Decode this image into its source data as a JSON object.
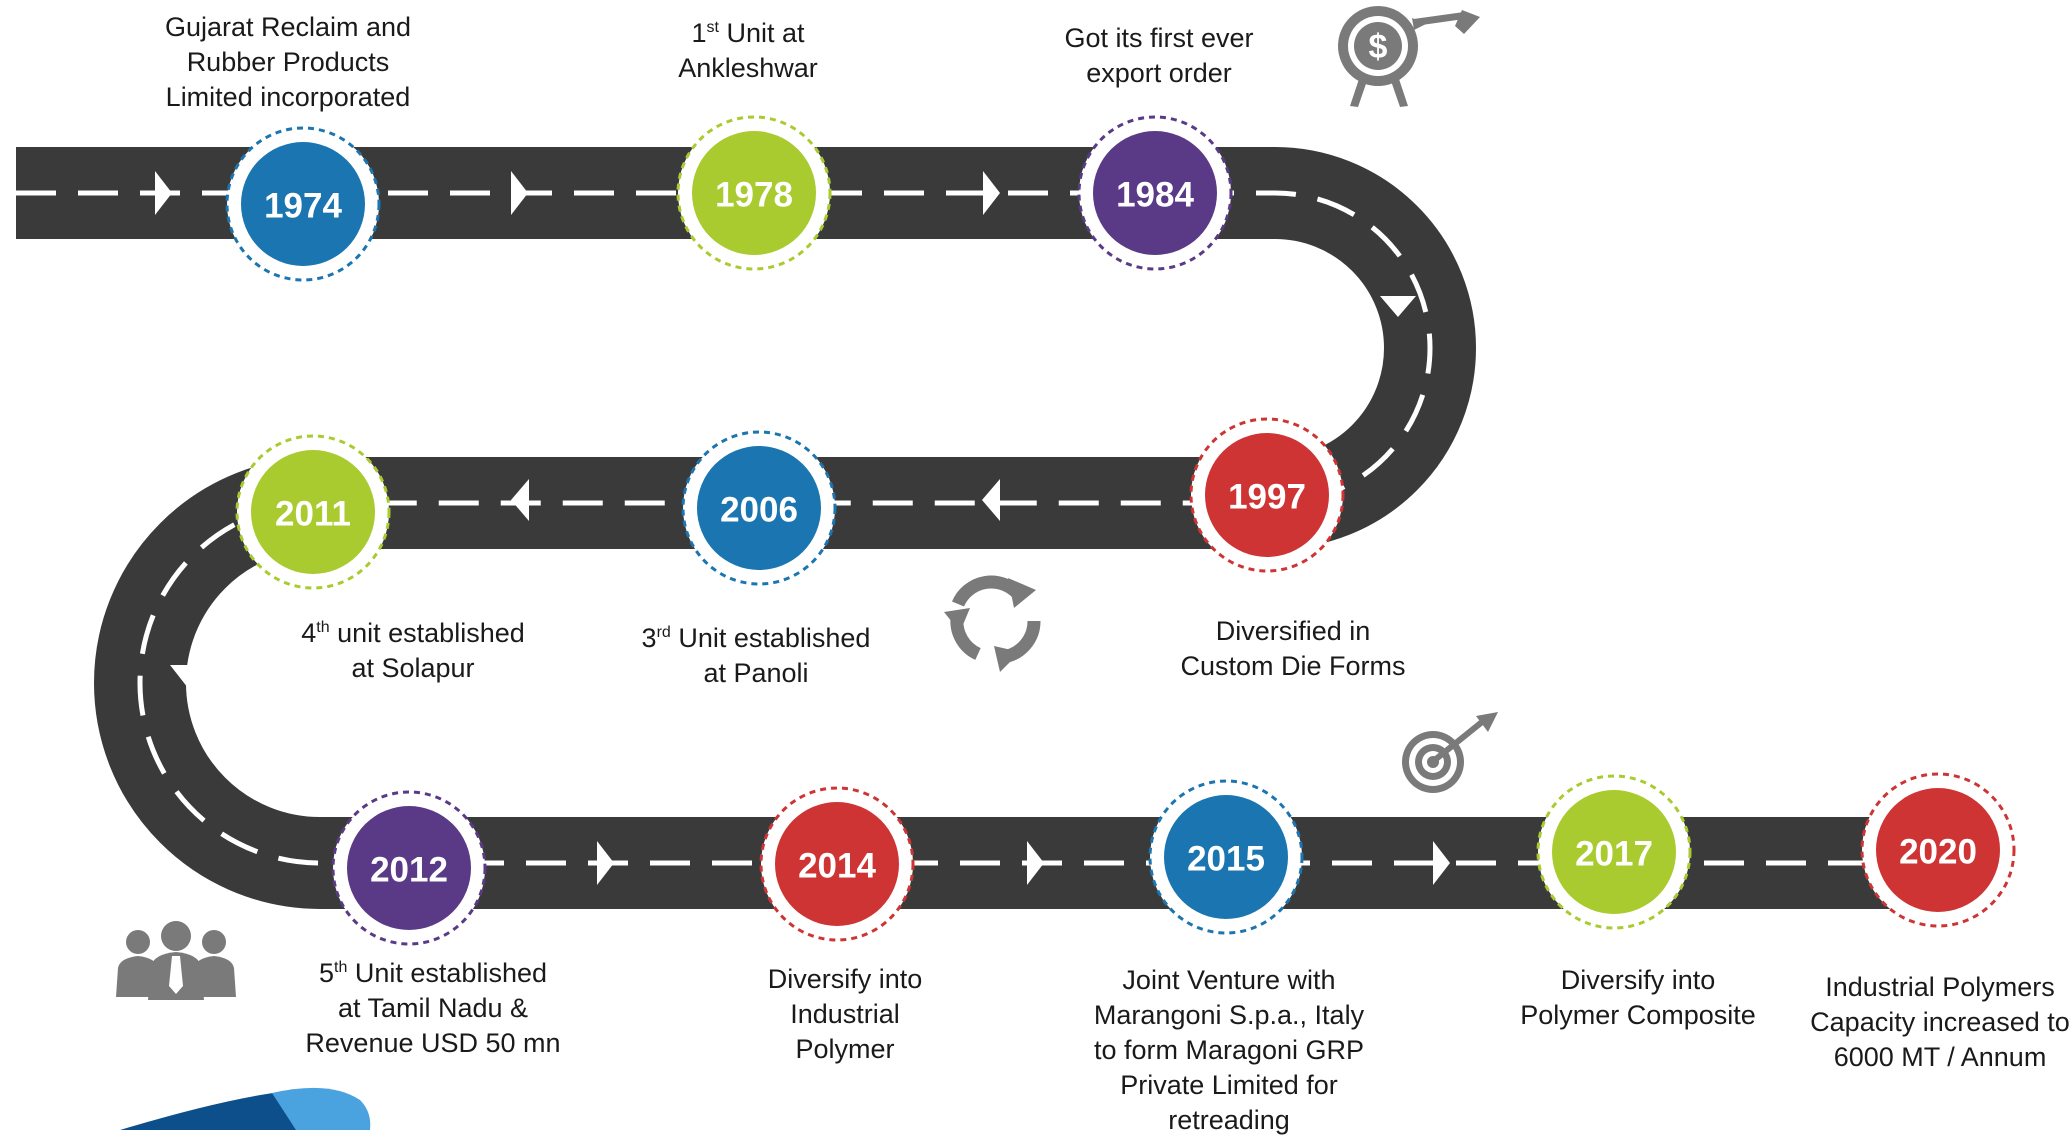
{
  "milestones": [
    {
      "year": "1974",
      "color": "#1a75b0",
      "caption": [
        [
          "Gujarat Reclaim and"
        ],
        [
          "Rubber Products"
        ],
        [
          "Limited incorporated"
        ]
      ]
    },
    {
      "year": "1978",
      "color": "#a9cb2f",
      "caption": [
        [
          "1",
          "st",
          " Unit at"
        ],
        [
          "Ankleshwar"
        ]
      ]
    },
    {
      "year": "1984",
      "color": "#5a3a86",
      "caption": [
        [
          "Got its first ever"
        ],
        [
          "export order"
        ]
      ]
    },
    {
      "year": "1997",
      "color": "#cf3434",
      "caption": [
        [
          "Diversified in"
        ],
        [
          "Custom Die Forms"
        ]
      ]
    },
    {
      "year": "2006",
      "color": "#1a75b0",
      "caption": [
        [
          "3",
          "rd",
          " Unit established"
        ],
        [
          "at Panoli"
        ]
      ]
    },
    {
      "year": "2011",
      "color": "#a9cb2f",
      "caption": [
        [
          "4",
          "th",
          " unit established"
        ],
        [
          "at Solapur"
        ]
      ]
    },
    {
      "year": "2012",
      "color": "#5a3a86",
      "caption": [
        [
          "5",
          "th",
          " Unit established"
        ],
        [
          "at Tamil Nadu &"
        ],
        [
          "Revenue USD 50 mn"
        ]
      ]
    },
    {
      "year": "2014",
      "color": "#cf3434",
      "caption": [
        [
          "Diversify into"
        ],
        [
          "Industrial"
        ],
        [
          "Polymer"
        ]
      ]
    },
    {
      "year": "2015",
      "color": "#1a75b0",
      "caption": [
        [
          "Joint Venture with"
        ],
        [
          "Marangoni S.p.a., Italy"
        ],
        [
          "to form Maragoni GRP"
        ],
        [
          "Private Limited for"
        ],
        [
          "retreading"
        ]
      ]
    },
    {
      "year": "2017",
      "color": "#a9cb2f",
      "caption": [
        [
          "Diversify into"
        ],
        [
          "Polymer Composite"
        ]
      ]
    },
    {
      "year": "2020",
      "color": "#cf3434",
      "caption": [
        [
          "Industrial Polymers"
        ],
        [
          "Capacity increased to"
        ],
        [
          "6000 MT / Annum"
        ]
      ]
    }
  ],
  "road": {
    "asphalt": "#3a3a3a",
    "marking": "#ffffff"
  },
  "icons": [
    "dollar-target-icon",
    "recycle-arrows-icon",
    "bullseye-target-icon",
    "business-team-icon"
  ],
  "icon_color": "#7a7a7a",
  "logo_colors": [
    "#0d4f8b",
    "#4aa3df"
  ]
}
